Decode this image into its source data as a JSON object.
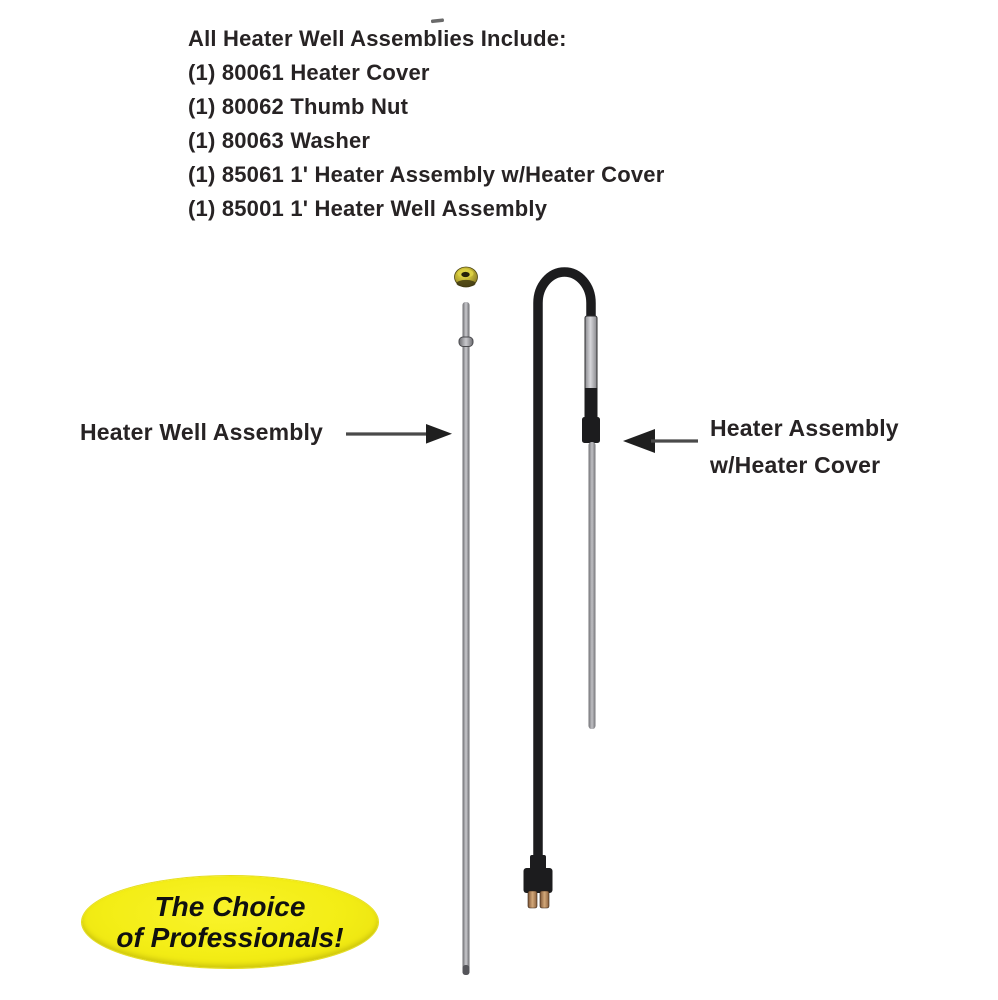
{
  "page": {
    "background": "#ffffff"
  },
  "parts_list": {
    "title": "All Heater Well Assemblies Include:",
    "items": [
      {
        "qty": "(1)",
        "code": "80061",
        "name": "Heater Cover"
      },
      {
        "qty": "(1)",
        "code": "80062",
        "name": "Thumb Nut"
      },
      {
        "qty": "(1)",
        "code": "80063",
        "name": "Washer"
      },
      {
        "qty": "(1)",
        "code": "85061",
        "name": "1' Heater Assembly w/Heater Cover"
      },
      {
        "qty": "(1)",
        "code": "85001",
        "name": "1' Heater Well Assembly"
      }
    ]
  },
  "callouts": {
    "heater_well": {
      "label": "Heater Well Assembly"
    },
    "heater_assembly": {
      "line1": "Heater Assembly",
      "line2": "w/Heater Cover"
    }
  },
  "badge": {
    "line1": "The Choice",
    "line2": "of Professionals!",
    "background": "#f3ed15",
    "text_color": "#101010"
  },
  "illustration": {
    "left_product": "heater well rod with brass thumb nut",
    "right_product": "heater assembly cable with heater cover and two-prong plug",
    "colors": {
      "cable_black": "#1c1c1e",
      "metal_gray": "#c2c2c6",
      "sheath_gray": "#cfcfd3",
      "thumb_nut_gold": "#b3a42f",
      "prong_copper": "#b07c50",
      "arrow_head_black": "#1f1f1f",
      "arrow_line_gray": "#4a4a4a",
      "text_black": "#272324"
    }
  }
}
